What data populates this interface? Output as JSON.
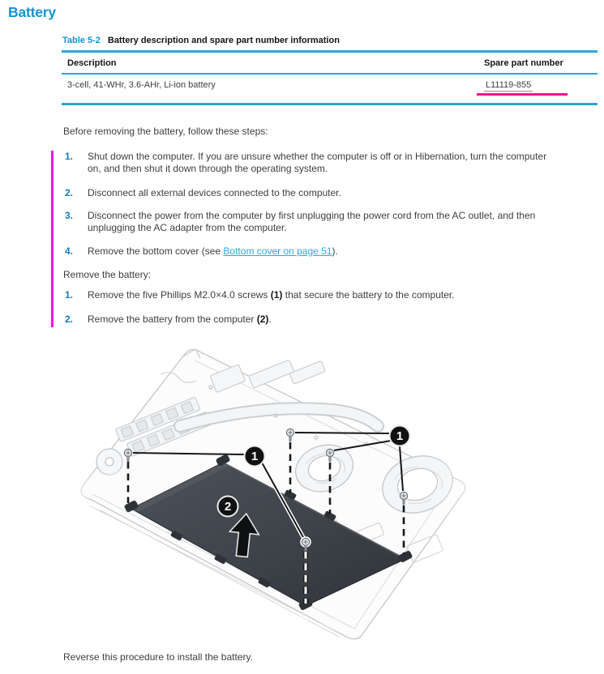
{
  "page": {
    "title": "Battery"
  },
  "colors": {
    "hp_blue": "#0b96d6",
    "list_number_blue": "#127bc2",
    "link_blue": "#2da9e1",
    "table_border_blue": "#2aa7de",
    "revision_bar_magenta": "#f20ee2",
    "spare_part_underline_magenta": "#ed1294",
    "battery_fill_dark": "#3e434a"
  },
  "table": {
    "caption_label": "Table 5-2",
    "caption_text": "Battery description and spare part number information",
    "columns": [
      "Description",
      "Spare part number"
    ],
    "rows": [
      {
        "description": "3-cell, 41-WHr, 3.6-AHr, Li-ion battery",
        "spare_part_number": "L11119-855"
      }
    ]
  },
  "intro": "Before removing the battery, follow these steps:",
  "steps_before": [
    {
      "num": "1.",
      "text": "Shut down the computer. If you are unsure whether the computer is off or in Hibernation, turn the computer on, and then shut it down through the operating system."
    },
    {
      "num": "2.",
      "text": "Disconnect all external devices connected to the computer."
    },
    {
      "num": "3.",
      "text": "Disconnect the power from the computer by first unplugging the power cord from the AC outlet, and then unplugging the AC adapter from the computer."
    },
    {
      "num": "4.",
      "pre": "Remove the bottom cover (see ",
      "link": "Bottom cover on page 51",
      "post": ")."
    }
  ],
  "remove_heading": "Remove the battery:",
  "steps_remove": [
    {
      "num": "1.",
      "pre": "Remove the five Phillips M2.0×4.0 screws ",
      "bold": "(1)",
      "post": " that secure the battery to the computer."
    },
    {
      "num": "2.",
      "pre": "Remove the battery from the computer ",
      "bold": "(2)",
      "post": "."
    }
  ],
  "figure": {
    "callouts": [
      {
        "label": "1"
      },
      {
        "label": "1"
      },
      {
        "label": "2"
      }
    ]
  },
  "footer": "Reverse this procedure to install the battery."
}
